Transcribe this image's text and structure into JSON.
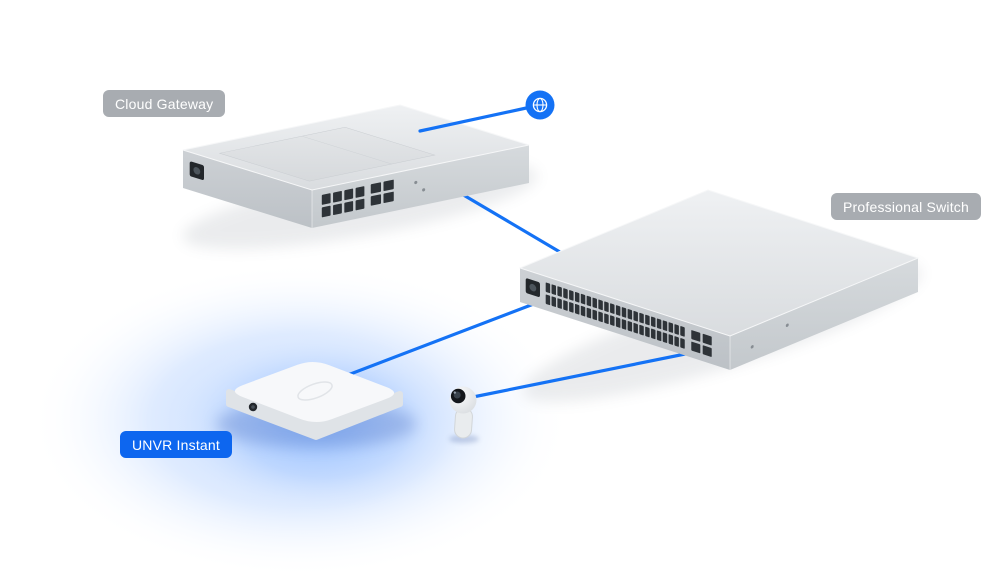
{
  "title": "UniFi network topology diagram",
  "colors": {
    "background": "#ffffff",
    "accent_blue": "#1472f5",
    "badge_gray": "rgba(158,163,169,0.9)",
    "badge_blue": "#0d66ef",
    "glow_blue": "#5b9bff"
  },
  "diagram": {
    "labels": {
      "cloud_gateway": "Cloud Gateway",
      "professional_switch": "Professional Switch",
      "unvr_instant": "UNVR Instant"
    },
    "nodes": [
      {
        "id": "internet",
        "icon": "globe-icon"
      },
      {
        "id": "cloud-gateway",
        "label": "Cloud Gateway"
      },
      {
        "id": "professional-switch",
        "label": "Professional Switch"
      },
      {
        "id": "unvr-instant",
        "label": "UNVR Instant"
      },
      {
        "id": "camera",
        "icon": "camera"
      }
    ],
    "connections": [
      {
        "from": "cloud-gateway",
        "to": "internet"
      },
      {
        "from": "cloud-gateway",
        "to": "professional-switch"
      },
      {
        "from": "professional-switch",
        "to": "unvr-instant"
      },
      {
        "from": "professional-switch",
        "to": "camera"
      }
    ],
    "ports": {
      "gateway_rj45_cols": 4,
      "gateway_rj45_rows": 2,
      "gateway_sfp_cols": 2,
      "gateway_sfp_rows": 2,
      "switch_rj45_cols": 24,
      "switch_rj45_rows": 2,
      "switch_sfp_cols": 2,
      "switch_sfp_rows": 2
    }
  }
}
